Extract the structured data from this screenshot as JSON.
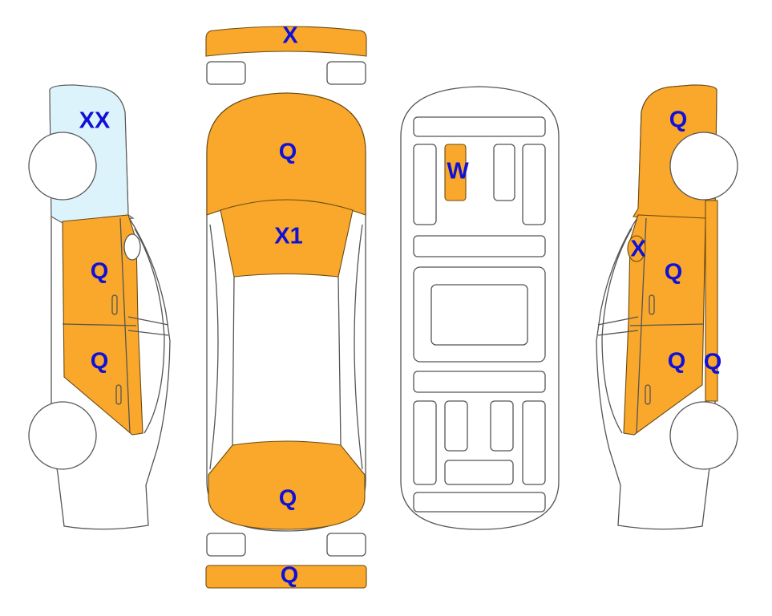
{
  "title": "Vehicle damage diagram",
  "colors": {
    "damage": "#F9A82B",
    "glass_damage": "#DDF3FB",
    "label": "#1111D6"
  },
  "left_side": {
    "windshield_label": "XX",
    "front_door_label": "Q",
    "rear_door_label": "Q"
  },
  "top_view": {
    "front_bumper_label": "X",
    "hood_label": "Q",
    "windshield_label": "X1",
    "trunk_label": "Q",
    "rear_bumper_label": "Q"
  },
  "underside": {
    "panel_label": "W"
  },
  "right_side": {
    "fender_label": "Q",
    "mirror_label": "X",
    "front_door_label": "Q",
    "rear_door_label": "Q",
    "pillar_label": "Q"
  }
}
